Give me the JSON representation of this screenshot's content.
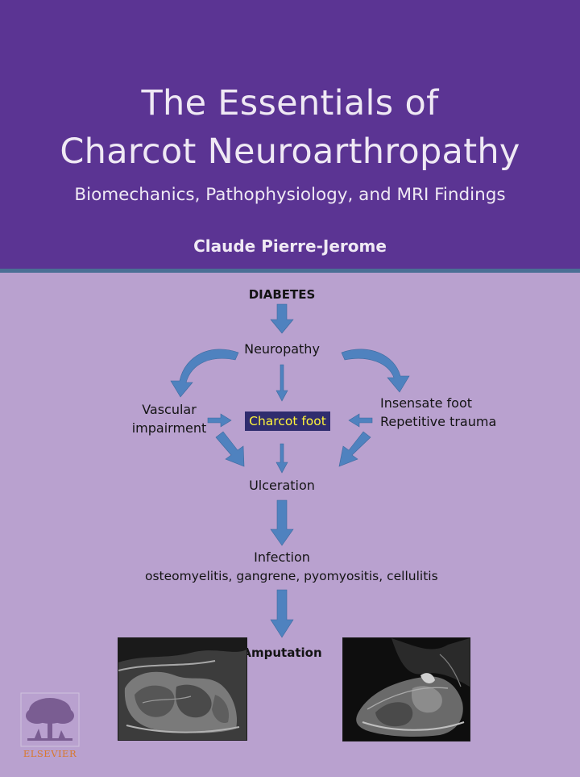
{
  "cover": {
    "title_line_1": "The Essentials of",
    "title_line_2": "Charcot Neuroarthropathy",
    "subtitle": "Biomechanics, Pathophysiology, and MRI Findings",
    "author": "Claude Pierre-Jerome"
  },
  "flowchart": {
    "diabetes": "DIABETES",
    "neuropathy": "Neuropathy",
    "vascular_line_1": "Vascular",
    "vascular_line_2": "impairment",
    "charcot_foot": "Charcot foot",
    "insensate_line_1": "Insensate foot",
    "insensate_line_2": "Repetitive trauma",
    "ulceration": "Ulceration",
    "infection": "Infection",
    "infection_detail": "osteomyelitis, gangrene, pyomyositis, cellulitis",
    "amputation": "Amputation"
  },
  "images": {
    "left_icon": "mri-foot-sagittal-image",
    "right_icon": "mri-foot-sagittal-image"
  },
  "publisher": {
    "name": "ELSEVIER",
    "logo_icon": "elsevier-tree-logo"
  },
  "colors": {
    "header_band": "#5b3493",
    "lower_background": "#b9a1cf",
    "arrow_fill": "#4f82bf",
    "charcot_highlight_bg": "#2f2c6e",
    "charcot_highlight_text": "#fff33b",
    "publisher_orange": "#d9782b"
  }
}
